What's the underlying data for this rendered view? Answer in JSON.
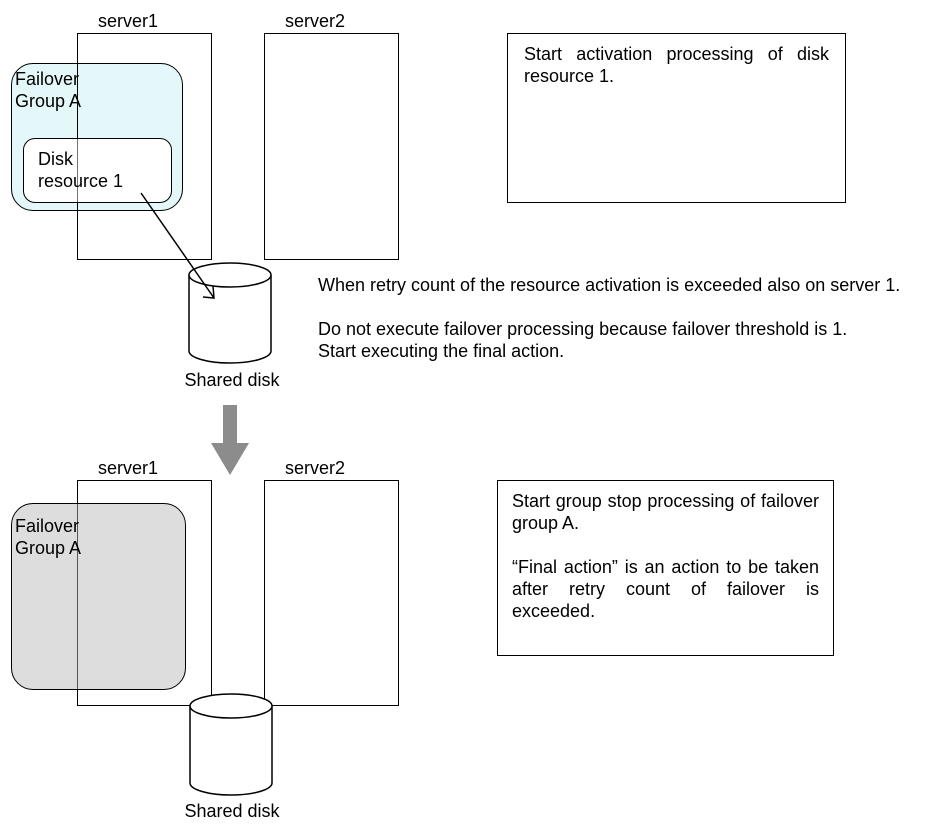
{
  "top": {
    "server1_label": "server1",
    "server2_label": "server2",
    "group_label": "Failover Group A",
    "resource_label": "Disk resource 1",
    "disk_label": "Shared disk",
    "note": "Start activation processing of disk resource 1.",
    "group_fill": "#ddf6f8"
  },
  "middle": {
    "line1": "When retry count of the resource activation is exceeded also on server 1.",
    "line2": "Do not execute failover processing because failover threshold is 1.",
    "line3": "Start executing the final action."
  },
  "bottom": {
    "server1_label": "server1",
    "server2_label": "server2",
    "group_label": "Failover Group A",
    "disk_label": "Shared disk",
    "note_line1": "Start group stop processing of failover group A.",
    "note_line2": "“Final action” is an action to be taken after retry count of failover is exceeded.",
    "group_fill": "#dddddd"
  },
  "arrow_color": "#8c8c8c"
}
